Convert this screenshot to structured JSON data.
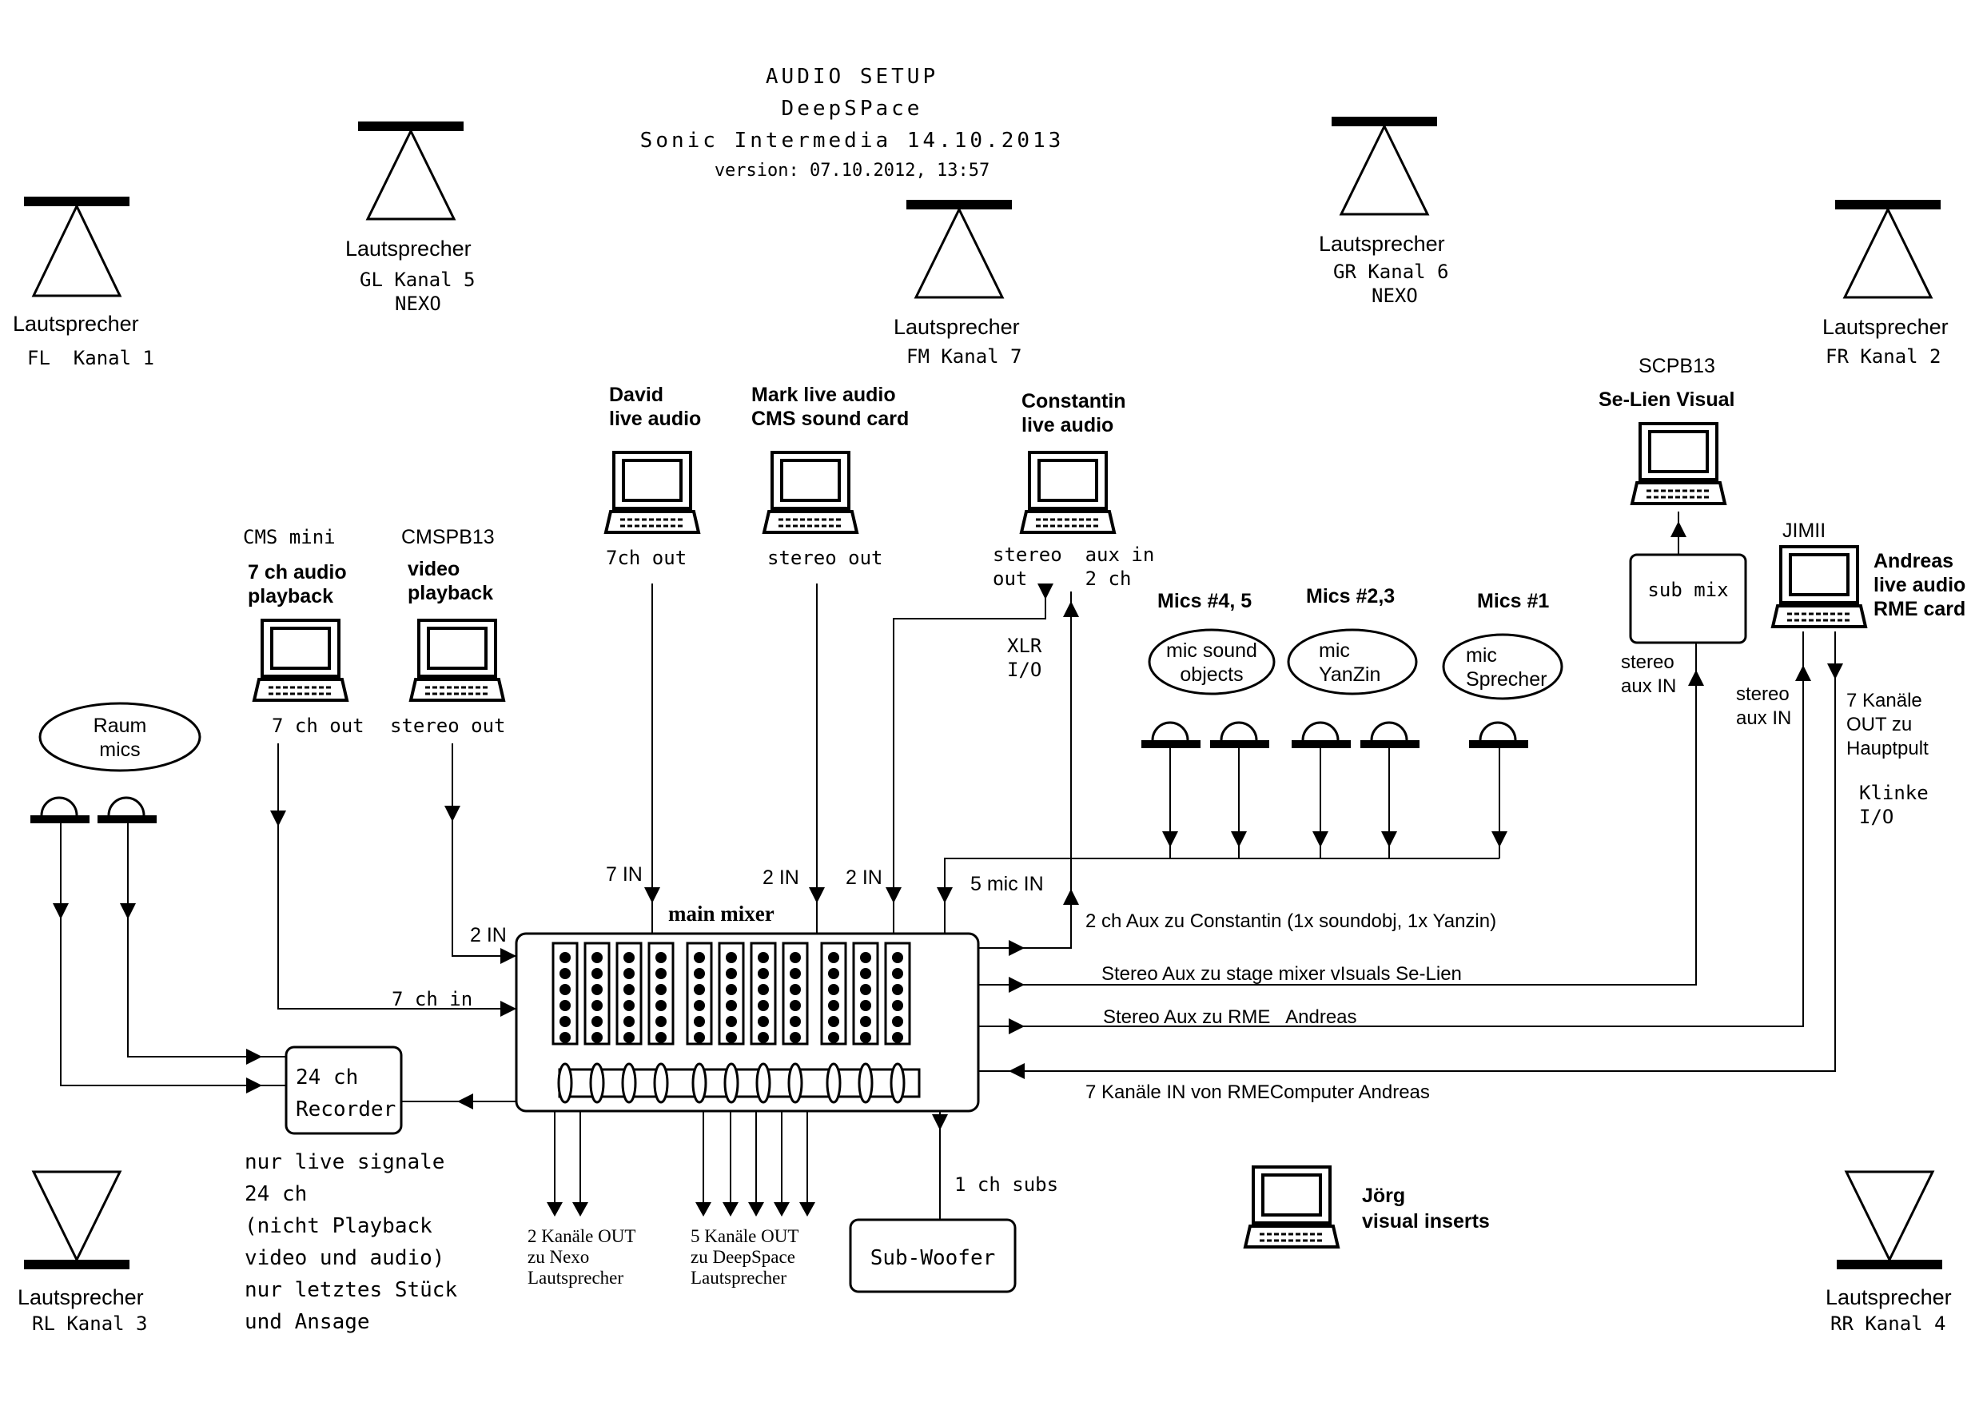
{
  "title": {
    "line1": "AUDIO SETUP",
    "line2": "DeepSPace",
    "line3": "Sonic Intermedia 14.10.2013",
    "version": "version: 07.10.2012, 13:57"
  },
  "speakers": {
    "fl": {
      "name": "Lautsprecher",
      "channel": "FL  Kanal 1"
    },
    "gl": {
      "name": "Lautsprecher",
      "channel": "GL Kanal 5",
      "brand": "NEXO"
    },
    "fm": {
      "name": "Lautsprecher",
      "channel": "FM Kanal 7"
    },
    "gr": {
      "name": "Lautsprecher",
      "channel": "GR Kanal 6",
      "brand": "NEXO"
    },
    "fr": {
      "name": "Lautsprecher",
      "channel": "FR Kanal 2"
    },
    "rl": {
      "name": "Lautsprecher",
      "channel": "RL Kanal 3"
    },
    "rr": {
      "name": "Lautsprecher",
      "channel": "RR Kanal 4"
    }
  },
  "computers": {
    "david": {
      "label1": "David",
      "label2": "live audio",
      "out": "7ch out"
    },
    "mark": {
      "label1": "Mark live audio",
      "label2": "CMS sound card",
      "out": "stereo out"
    },
    "constantin": {
      "label1": "Constantin",
      "label2": "live audio",
      "io1": "stereo  aux in",
      "io2": "out     2 ch"
    },
    "cms_mini": {
      "label0": "CMS mini",
      "label1": "7 ch audio",
      "label2": "playback",
      "out": "7 ch out"
    },
    "cmspb13": {
      "label0": "CMSPB13",
      "label1": "video",
      "label2": "playback",
      "out": "stereo out"
    },
    "scpb13": {
      "label0": "SCPB13",
      "label1": "Se-Lien Visual"
    },
    "andreas": {
      "label0": "JIMII",
      "label1": "Andreas",
      "label2": "live audio",
      "label3": "RME card"
    },
    "jorg": {
      "label1": "Jörg",
      "label2": "visual inserts"
    }
  },
  "mics": {
    "raum": {
      "line1": "Raum",
      "line2": "mics"
    },
    "mics45": {
      "title": "Mics #4, 5",
      "line1": "mic sound",
      "line2": "objects"
    },
    "mics23": {
      "title": "Mics #2,3",
      "line1": "mic",
      "line2": "YanZin"
    },
    "mics1": {
      "title": "Mics #1",
      "line1": "mic",
      "line2": "Sprecher"
    }
  },
  "mixer": {
    "label": "main mixer"
  },
  "submix": {
    "label": "sub mix"
  },
  "recorder": {
    "line1": "24 ch",
    "line2": "Recorder"
  },
  "subwoofer": {
    "label": "Sub-Woofer"
  },
  "labels": {
    "in7": "7 IN",
    "in2_mark": "2 IN",
    "in2_const": "2 IN",
    "mic_in": "5 mic IN",
    "in2_video": "2 IN",
    "ch7_in": "7 ch in",
    "xlr1": "XLR",
    "xlr2": "I/O",
    "stereo_aux_in_1": "stereo",
    "stereo_aux_in_2": "aux IN",
    "stereo_aux_in_b1": "stereo",
    "stereo_aux_in_b2": "aux IN",
    "kanaele_out1": "7 Kanäle",
    "kanaele_out2": "OUT zu",
    "kanaele_out3": "Hauptpult",
    "klinke1": "Klinke",
    "klinke2": "I/O",
    "aux_constantin": "2 ch Aux zu Constantin (1x soundobj, 1x Yanzin)",
    "aux_stage": "Stereo Aux zu stage mixer  vIsuals Se-Lien",
    "aux_rme": "Stereo Aux zu RME_ Andreas",
    "in_rme": "7 Kanäle IN von RMEComputer Andreas",
    "subs": "1 ch subs",
    "out_nexo1": "2 Kanäle OUT",
    "out_nexo2": "zu Nexo",
    "out_nexo3": "Lautsprecher",
    "out_ds1": "5 Kanäle OUT",
    "out_ds2": "zu DeepSpace",
    "out_ds3": "Lautsprecher",
    "rec_note1": "nur live signale",
    "rec_note2": "24 ch",
    "rec_note3": "(nicht Playback",
    "rec_note4": "video und audio)",
    "rec_note5": "nur letztes Stück",
    "rec_note6": "und Ansage"
  }
}
